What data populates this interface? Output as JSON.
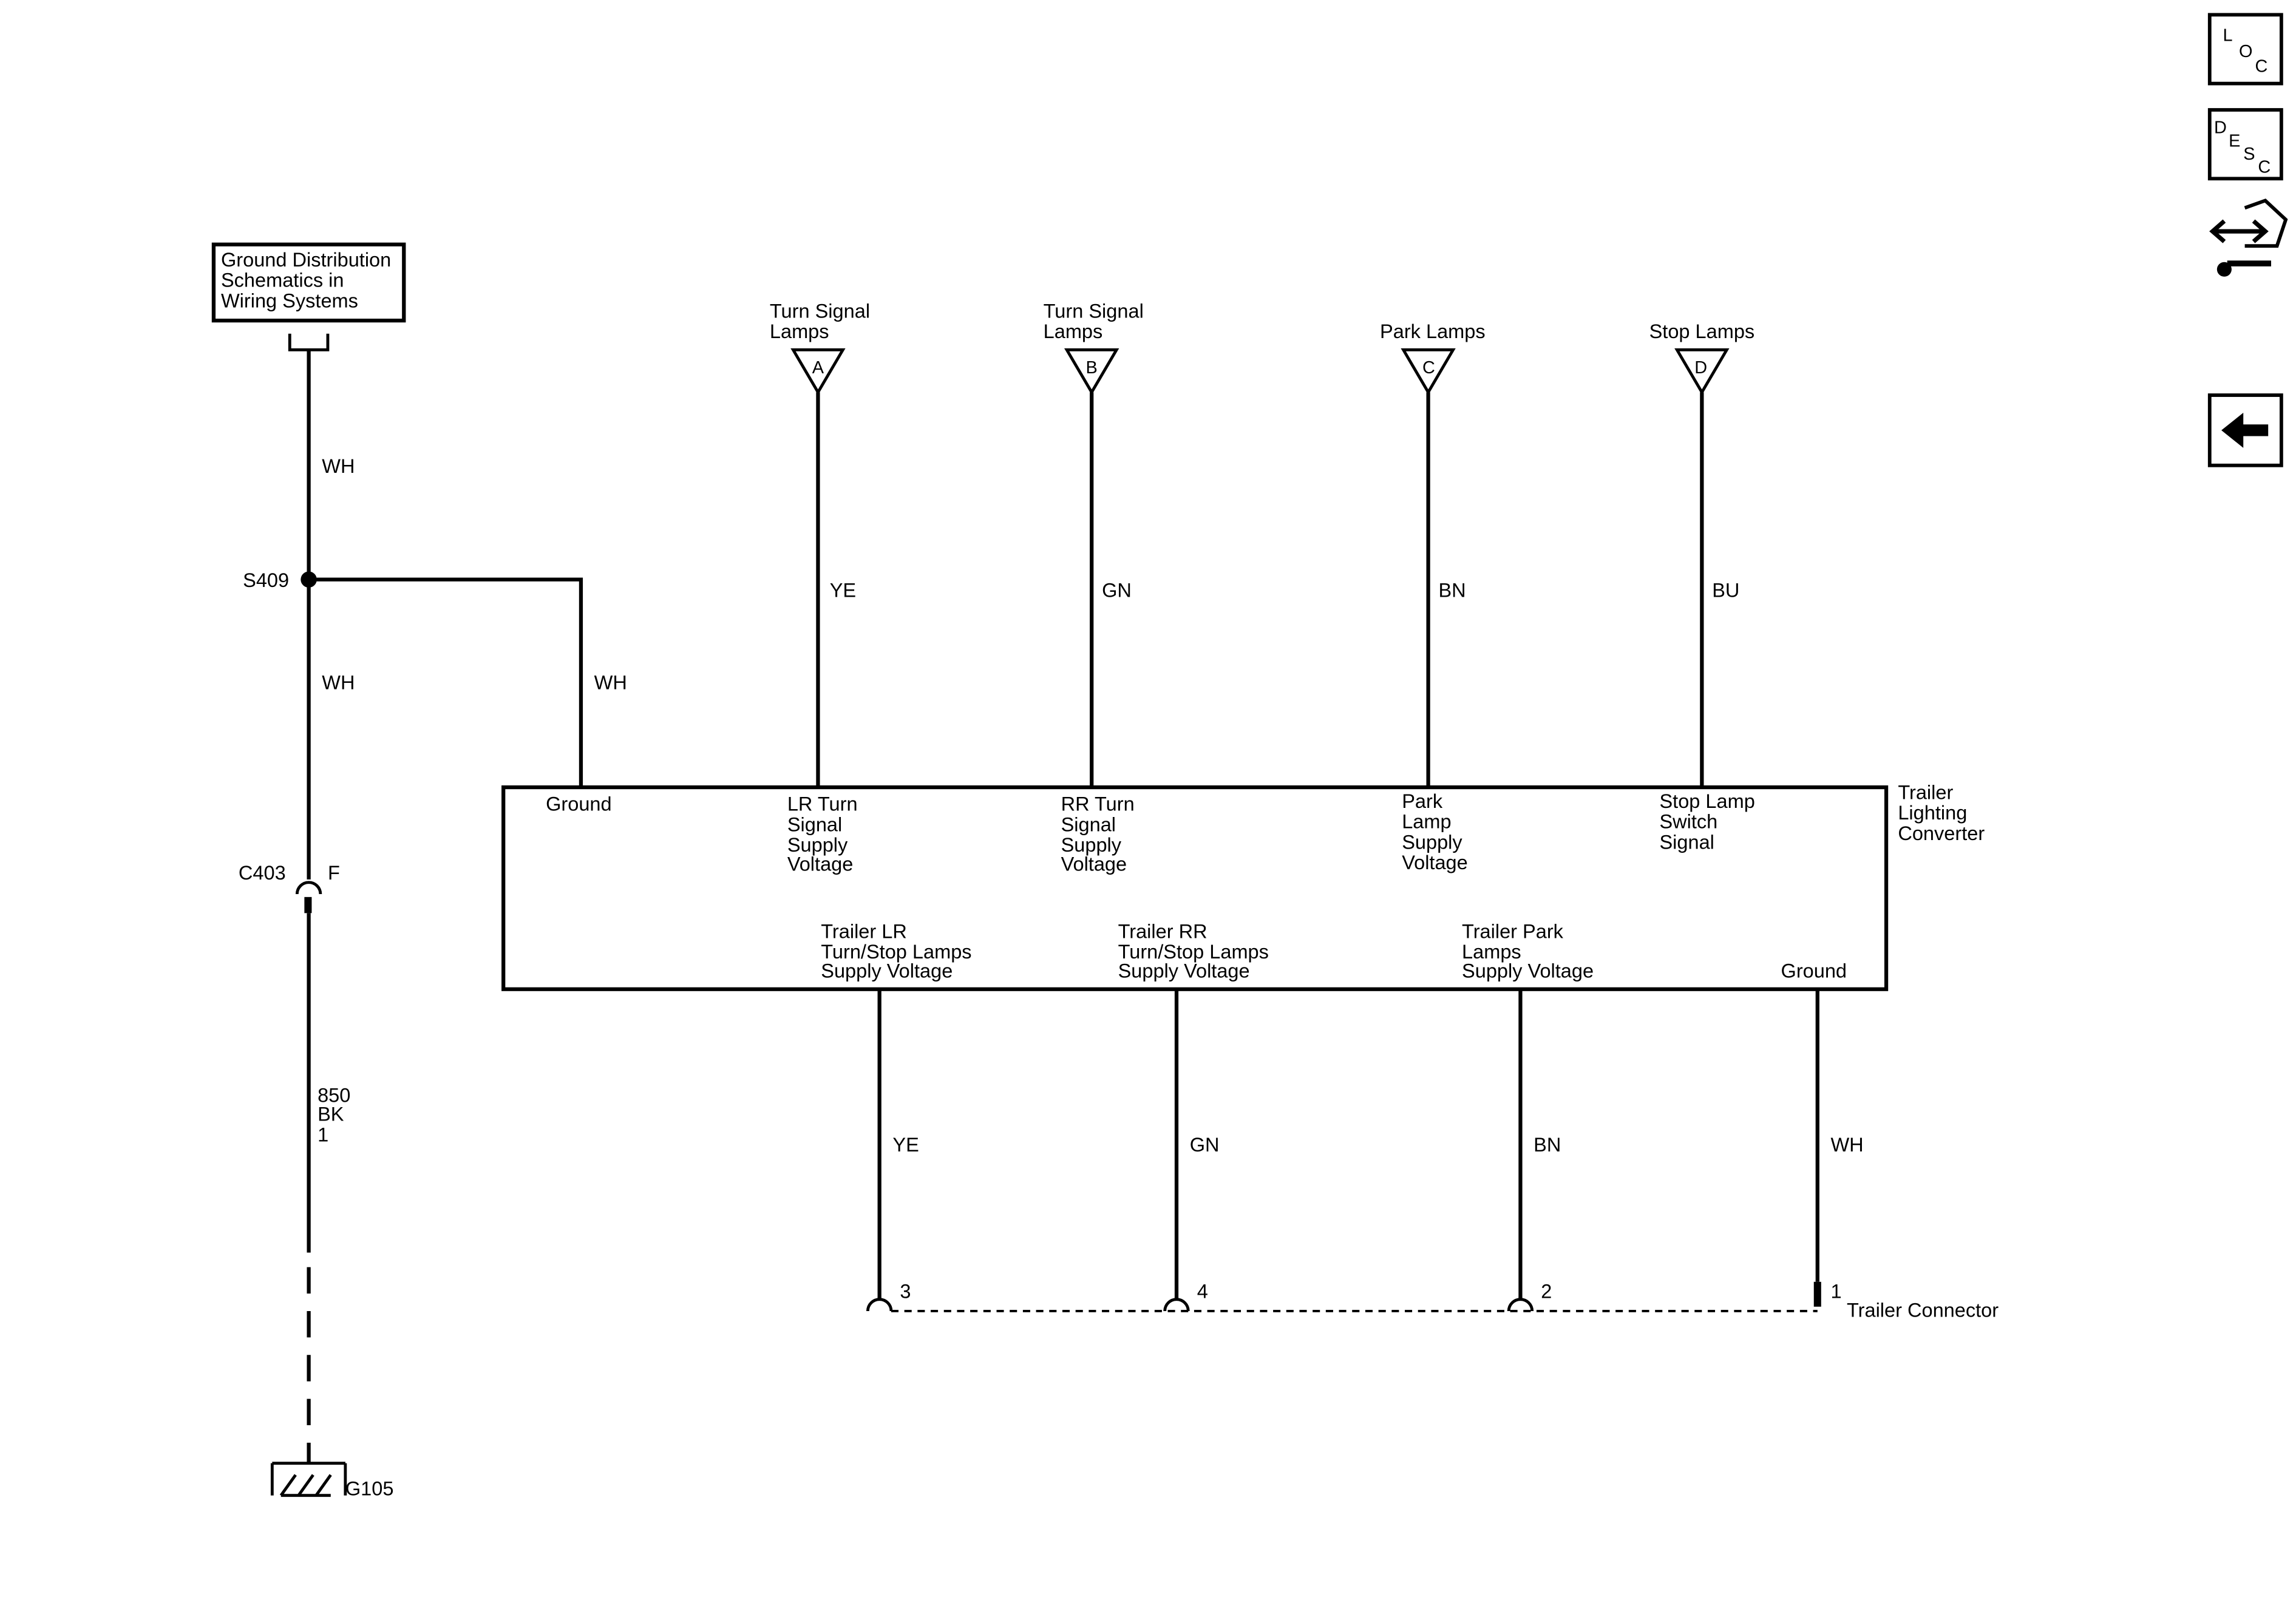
{
  "ground_ref_box": [
    "Ground Distribution",
    "Schematics in",
    "Wiring Systems"
  ],
  "splice_label": "S409",
  "connector_c403": {
    "label": "C403",
    "pin": "F"
  },
  "ground_wire_spec": [
    "850",
    "BK",
    "1"
  ],
  "ground_label": "G105",
  "wire_colors": {
    "ground_upper": "WH",
    "ground_lower": "WH",
    "branch": "WH",
    "input_a": "YE",
    "input_b": "GN",
    "input_c": "BN",
    "input_d": "BU",
    "out_3": "YE",
    "out_4": "GN",
    "out_2": "BN",
    "out_1": "WH"
  },
  "inputs": [
    {
      "title": [
        "Turn Signal",
        "Lamps"
      ],
      "letter": "A"
    },
    {
      "title": [
        "Turn Signal",
        "Lamps"
      ],
      "letter": "B"
    },
    {
      "title": [
        "Park Lamps"
      ],
      "letter": "C"
    },
    {
      "title": [
        "Stop Lamps"
      ],
      "letter": "D"
    }
  ],
  "converter": {
    "name": [
      "Trailer",
      "Lighting",
      "Converter"
    ],
    "top_pins": [
      [
        "Ground"
      ],
      [
        "LR Turn",
        "Signal",
        "Supply",
        "Voltage"
      ],
      [
        "RR Turn",
        "Signal",
        "Supply",
        "Voltage"
      ],
      [
        "Park",
        "Lamp",
        "Supply",
        "Voltage"
      ],
      [
        "Stop Lamp",
        "Switch",
        "Signal"
      ]
    ],
    "bottom_pins": [
      [
        "Trailer LR",
        "Turn/Stop Lamps",
        "Supply Voltage"
      ],
      [
        "Trailer RR",
        "Turn/Stop Lamps",
        "Supply Voltage"
      ],
      [
        "Trailer Park",
        "Lamps",
        "Supply Voltage"
      ],
      [
        "Ground"
      ]
    ]
  },
  "trailer_connector": {
    "label": "Trailer Connector",
    "pins": [
      "3",
      "4",
      "2",
      "1"
    ]
  },
  "nav": {
    "loc": [
      "L",
      "O",
      "C"
    ],
    "desc": [
      "D",
      "E",
      "S",
      "C"
    ],
    "icons": [
      "connector-tool-icon",
      "back-arrow-icon"
    ]
  }
}
